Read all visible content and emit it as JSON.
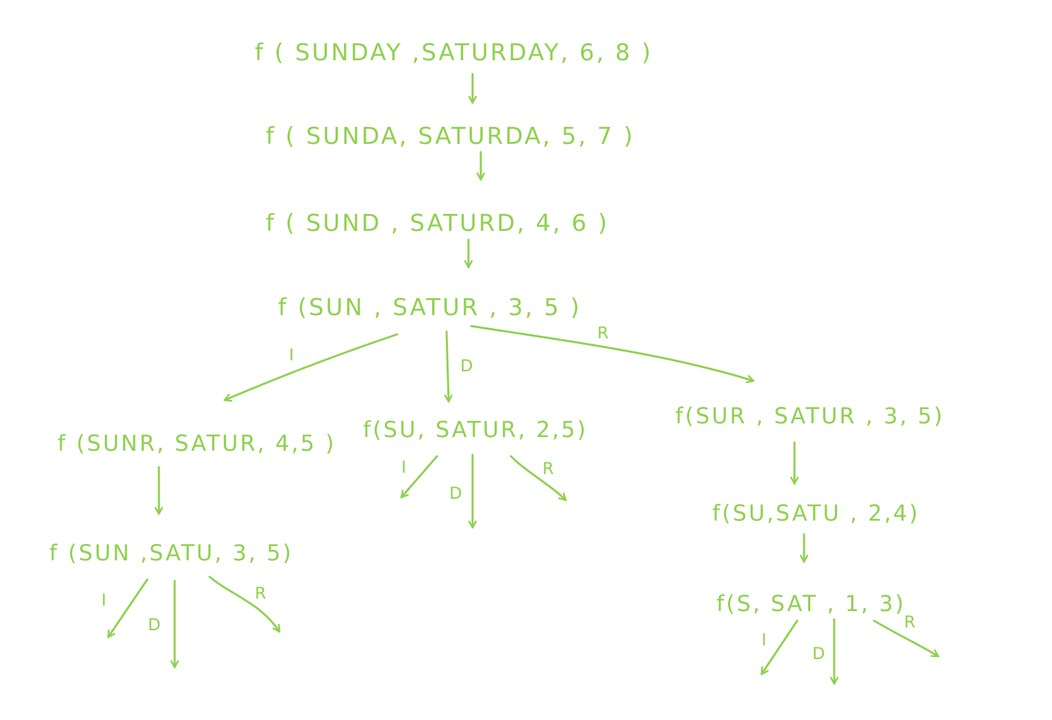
{
  "colors": {
    "ink": "#8fd14f",
    "background": "#ffffff"
  },
  "nodes": {
    "n1": "f ( SUNDAY ,SATURDAY, 6, 8 )",
    "n2": "f ( SUNDA, SATURDA, 5, 7 )",
    "n3": "f ( SUND , SATURD, 4, 6 )",
    "n4": "f (SUN , SATUR , 3, 5 )",
    "n5": "f (SUNR, SATUR, 4,5 )",
    "n6": "f(SU, SATUR, 2,5)",
    "n7": "f(SUR , SATUR , 3, 5)",
    "n8": "f (SUN ,SATU, 3, 5)",
    "n9": "f(SU,SATU , 2,4)",
    "n10": "f(S, SAT , 1, 3)"
  },
  "edge_labels": {
    "insert": "I",
    "delete": "D",
    "replace": "R"
  }
}
